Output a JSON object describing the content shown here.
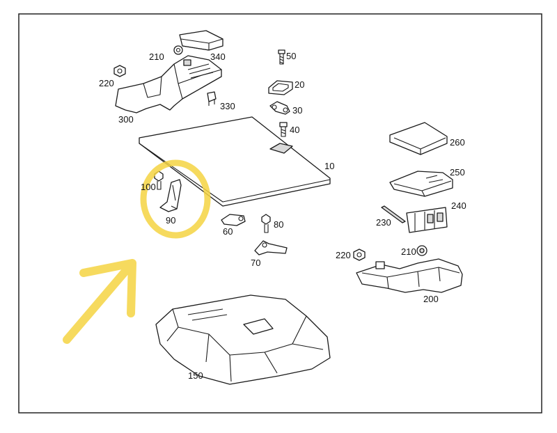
{
  "colors": {
    "highlight": "#f5d442",
    "ink": "#1a1a1a",
    "frame": "#222222"
  },
  "labels": {
    "p10": "10",
    "p20": "20",
    "p30": "30",
    "p40": "40",
    "p50": "50",
    "p60": "60",
    "p70": "70",
    "p80": "80",
    "p90": "90",
    "p100": "100",
    "p150": "150",
    "p200": "200",
    "p210a": "210",
    "p210b": "210",
    "p220a": "220",
    "p220b": "220",
    "p230": "230",
    "p240": "240",
    "p250": "250",
    "p260": "260",
    "p300": "300",
    "p330": "330",
    "p340": "340"
  }
}
